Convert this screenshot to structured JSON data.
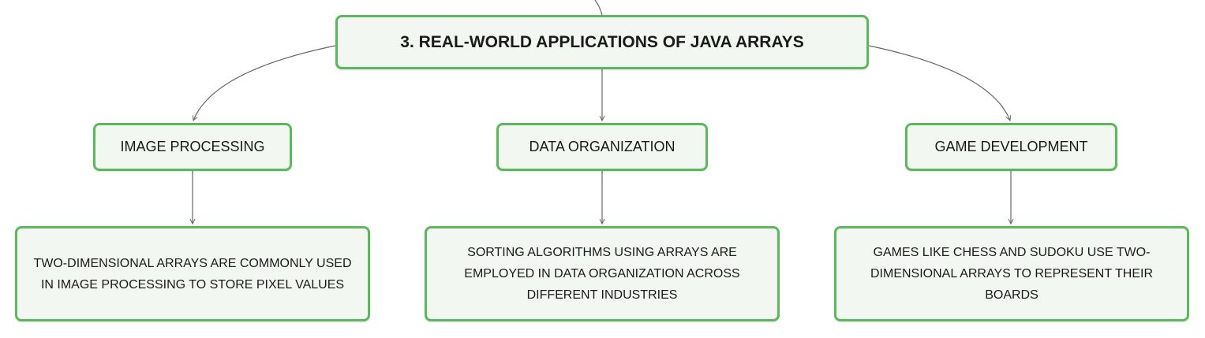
{
  "colors": {
    "node_border": "#5cb85c",
    "node_fill": "#f2f8f1",
    "connector": "#666666"
  },
  "root": {
    "title": "3. REAL-WORLD APPLICATIONS OF JAVA ARRAYS"
  },
  "branches": [
    {
      "label": "IMAGE PROCESSING",
      "detail": "TWO-DIMENSIONAL ARRAYS ARE COMMONLY USED IN IMAGE PROCESSING TO STORE PIXEL VALUES"
    },
    {
      "label": "DATA ORGANIZATION",
      "detail": "SORTING ALGORITHMS USING ARRAYS ARE EMPLOYED IN DATA ORGANIZATION ACROSS DIFFERENT INDUSTRIES"
    },
    {
      "label": "GAME DEVELOPMENT",
      "detail": "GAMES LIKE CHESS AND SUDOKU USE TWO-DIMENSIONAL ARRAYS TO REPRESENT THEIR BOARDS"
    }
  ]
}
